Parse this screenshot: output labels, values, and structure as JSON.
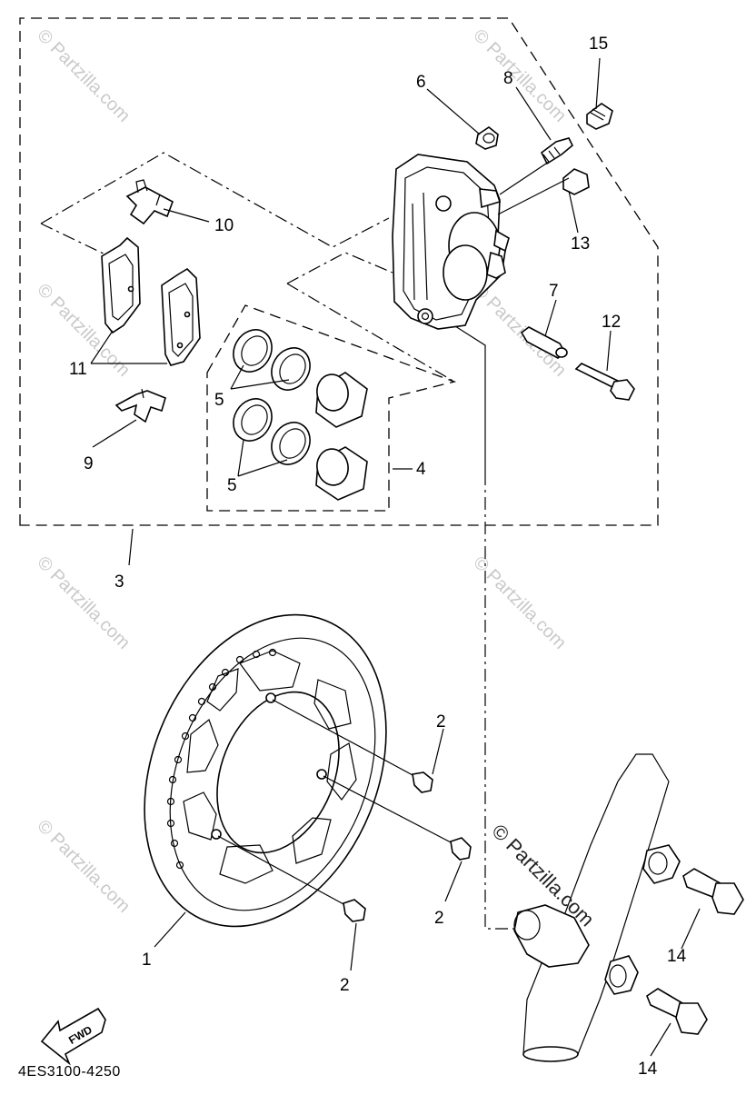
{
  "callouts": {
    "c1": "1",
    "c2a": "2",
    "c2b": "2",
    "c2c": "2",
    "c3": "3",
    "c4": "4",
    "c5a": "5",
    "c5b": "5",
    "c6": "6",
    "c7": "7",
    "c8": "8",
    "c9": "9",
    "c10": "10",
    "c11": "11",
    "c12": "12",
    "c13": "13",
    "c14a": "14",
    "c14b": "14",
    "c15": "15"
  },
  "watermark": {
    "text": "© Partzilla.com",
    "center_text": "© Partzilla.com"
  },
  "direction_arrow": {
    "label": "FWD"
  },
  "diagram_code": "4ES3100-4250"
}
